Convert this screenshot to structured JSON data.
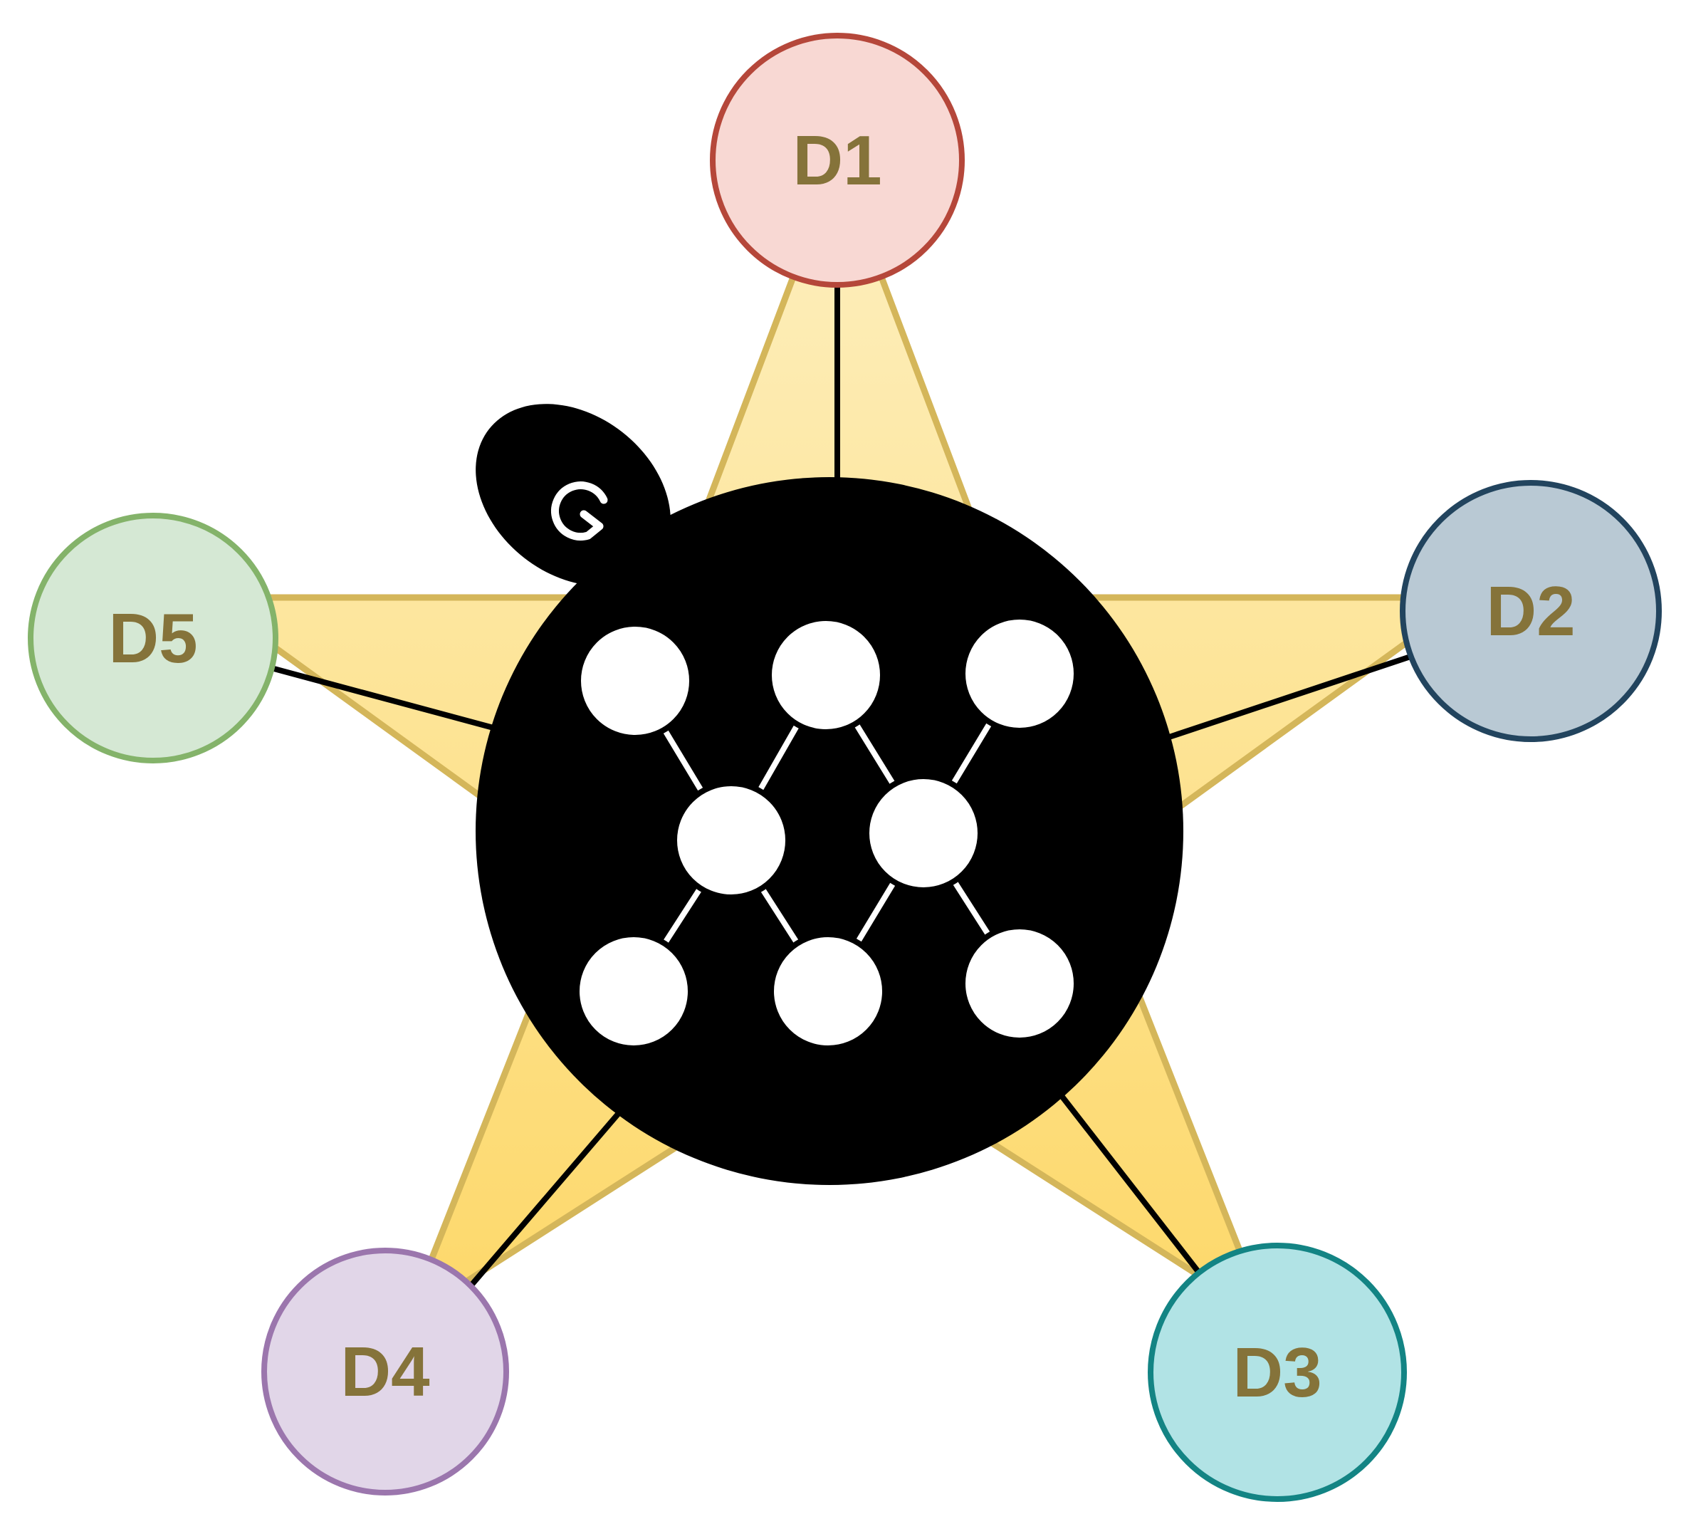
{
  "diagram": {
    "type": "star-network",
    "hub": {
      "icon": "neural-network-icon",
      "badge_icon": "g-logo-icon",
      "fill": "#000000",
      "node_color": "#ffffff"
    },
    "star": {
      "fill_top": "#fdefbf",
      "fill_bottom": "#fdd86a",
      "stroke": "#d4b65a"
    },
    "label_color": "#85733a",
    "link_color": "#000000",
    "nodes": [
      {
        "id": "d1",
        "label": "D1",
        "fill": "#f8d8d3",
        "stroke": "#b5473a"
      },
      {
        "id": "d2",
        "label": "D2",
        "fill": "#b9c9d4",
        "stroke": "#22445e"
      },
      {
        "id": "d3",
        "label": "D3",
        "fill": "#b1e3e5",
        "stroke": "#138484"
      },
      {
        "id": "d4",
        "label": "D4",
        "fill": "#e1d6e8",
        "stroke": "#9b76ad"
      },
      {
        "id": "d5",
        "label": "D5",
        "fill": "#d5e8d4",
        "stroke": "#84b36a"
      }
    ]
  }
}
